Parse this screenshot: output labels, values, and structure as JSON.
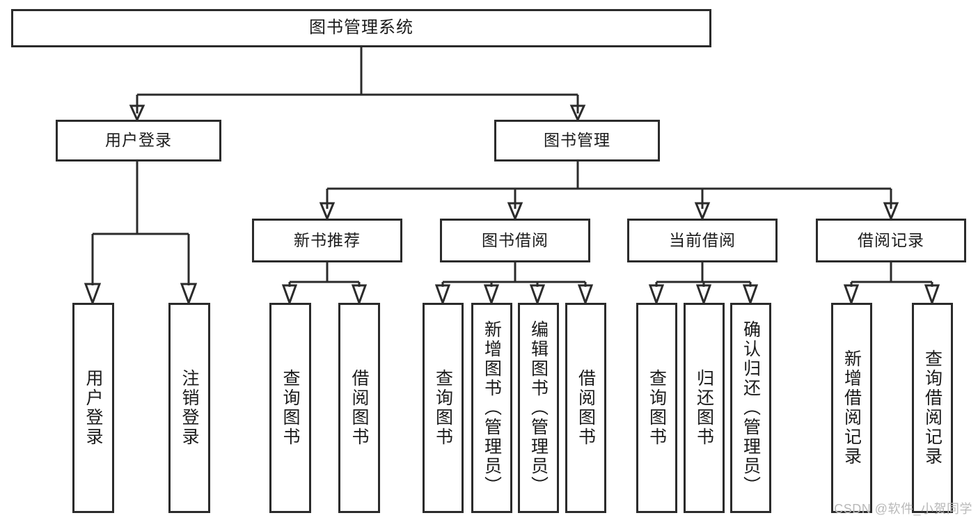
{
  "diagram": {
    "title": "图书管理系统",
    "watermark": "CSDN @软件_小贺同学",
    "nodes": {
      "root": "图书管理系统",
      "user_login": "用户登录",
      "book_manage": "图书管理",
      "new_book_rec": "新书推荐",
      "book_borrow": "图书借阅",
      "current_borrow": "当前借阅",
      "borrow_record": "借阅记录",
      "leaf_user_login": "用户登录",
      "leaf_logout": "注销登录",
      "leaf_query_book_1": "查询图书",
      "leaf_borrow_book_1": "借阅图书",
      "leaf_query_book_2": "查询图书",
      "leaf_add_book_admin": "新增图书（管理员）",
      "leaf_edit_book_admin": "编辑图书（管理员）",
      "leaf_borrow_book_2": "借阅图书",
      "leaf_query_book_3": "查询图书",
      "leaf_return_book": "归还图书",
      "leaf_confirm_return_admin": "确认归还（管理员）",
      "leaf_add_borrow_record": "新增借阅记录",
      "leaf_query_borrow_record": "查询借阅记录"
    },
    "colors": {
      "stroke": "#2b2b2b",
      "fill": "#ffffff",
      "text": "#1b1b1b",
      "watermark": "#b9b9b9"
    }
  }
}
